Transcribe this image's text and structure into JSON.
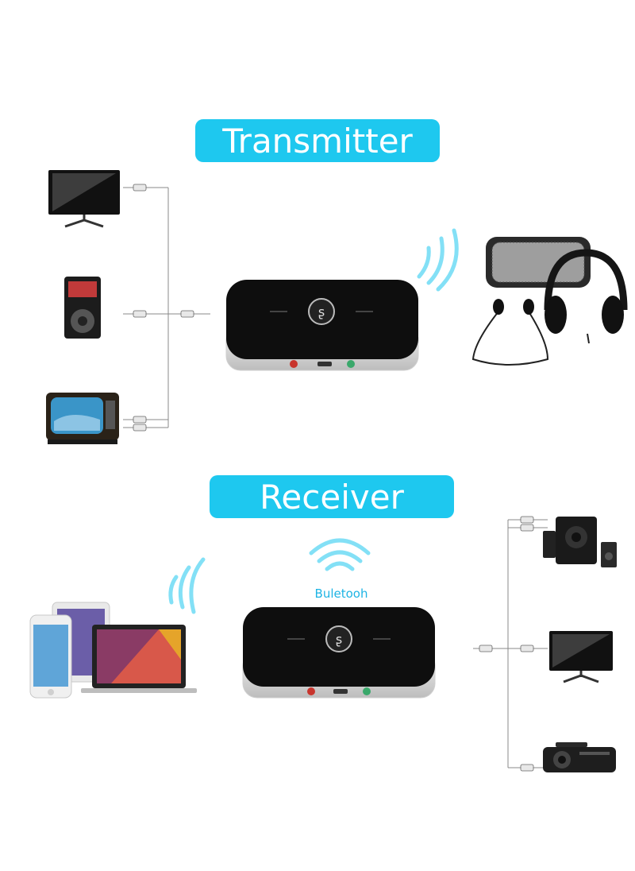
{
  "transmitter": {
    "title": "Transmitter"
  },
  "receiver": {
    "title": "Receiver",
    "wireless_label": "Buletooh"
  },
  "colors": {
    "banner": "#1ec8ef",
    "banner_text": "#ffffff",
    "wave": "#1ec8ef",
    "device_body": "#111111"
  },
  "icons": [
    "tv-icon",
    "media-player-icon",
    "crt-tv-icon",
    "bluetooth-adapter-icon",
    "speaker-icon",
    "headphones-icon",
    "earphones-icon",
    "smartphone-icon",
    "tablet-icon",
    "laptop-icon",
    "subwoofer-icon",
    "monitor-icon",
    "projector-icon",
    "wireless-wave-icon"
  ]
}
